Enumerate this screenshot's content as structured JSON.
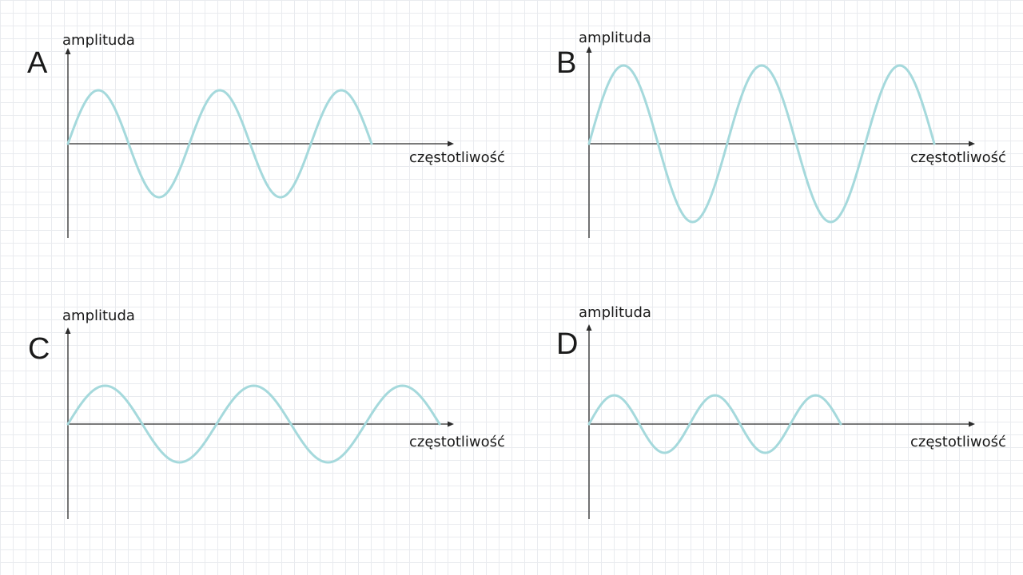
{
  "colors": {
    "wave": "#a5d9dc",
    "axis": "#2b2b2b",
    "text": "#1a1a1a",
    "grid": "#e9ebef"
  },
  "panels": [
    {
      "letter": "A",
      "ylabel": "amplituda",
      "xlabel": "częstotliwość",
      "wave": {
        "amplitude": 67,
        "cycles": 2.5,
        "relative_amplitude": "medium",
        "relative_frequency": "high"
      }
    },
    {
      "letter": "B",
      "ylabel": "amplituda",
      "xlabel": "częstotliwość",
      "wave": {
        "amplitude": 98,
        "cycles": 2.5,
        "relative_amplitude": "large",
        "relative_frequency": "high"
      }
    },
    {
      "letter": "C",
      "ylabel": "amplituda",
      "xlabel": "częstotliwość",
      "wave": {
        "amplitude": 48,
        "cycles": 2.5,
        "relative_amplitude": "small",
        "relative_frequency": "low"
      }
    },
    {
      "letter": "D",
      "ylabel": "amplituda",
      "xlabel": "częstotliwość",
      "wave": {
        "amplitude": 36,
        "cycles": 2.5,
        "relative_amplitude": "small",
        "relative_frequency": "high"
      }
    }
  ]
}
